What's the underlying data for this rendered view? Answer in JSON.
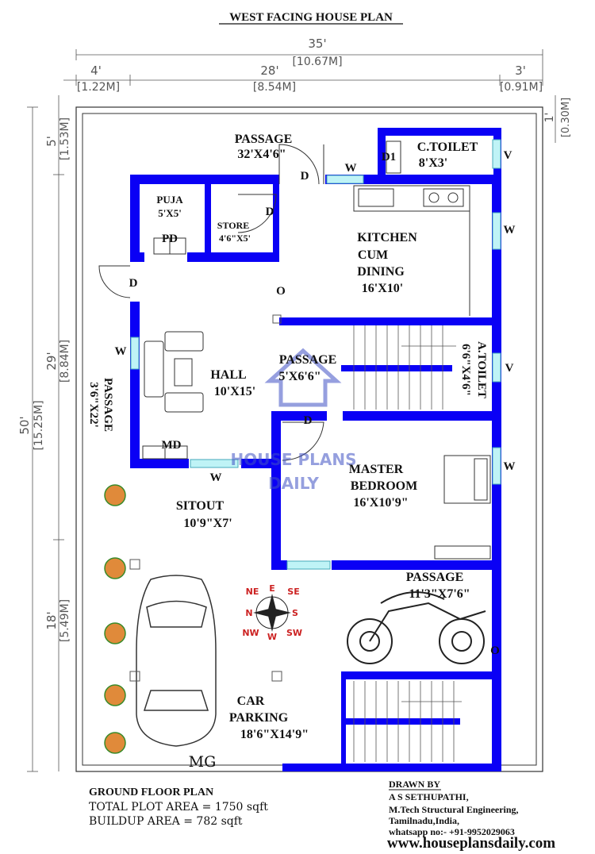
{
  "title": "WEST FACING HOUSE PLAN",
  "dims": {
    "total_ft": "35'",
    "total_m": "[10.67M]",
    "left_ft": "4'",
    "left_m": "[1.22M]",
    "mid_ft": "28'",
    "mid_m": "[8.54M]",
    "right_ft": "3'",
    "right_m": "[0.91M]",
    "top_ft": "1'",
    "top_m": "[0.30M]",
    "v_total_ft": "50'",
    "v_total_m": "[15.25M]",
    "v_top_ft": "5'",
    "v_top_m": "[1.53M]",
    "v_mid_ft": "29'",
    "v_mid_m": "[8.84M]",
    "v_bot_ft": "18'",
    "v_bot_m": "[5.49M]"
  },
  "rooms": {
    "passage_top": "PASSAGE",
    "passage_top_size": "32'X4'6\"",
    "puja": "PUJA",
    "puja_size": "5'X5'",
    "store": "STORE",
    "store_size": "4'6\"X5'",
    "ctoilet": "C.TOILET",
    "ctoilet_size": "8'X3'",
    "kitchen_1": "KITCHEN",
    "kitchen_2": "CUM",
    "kitchen_3": "DINING",
    "kitchen_size": "16'X10'",
    "atoilet": "A.TOILET",
    "atoilet_size": "6'6\"X4'6\"",
    "hall": "HALL",
    "hall_size": "10'X15'",
    "passage_mid": "PASSAGE",
    "passage_mid_size": "5'X6'6\"",
    "passage_left": "PASSAGE",
    "passage_left_size": "3'6\"X22'",
    "master_1": "MASTER",
    "master_2": "BEDROOM",
    "master_size": "16'X10'9\"",
    "sitout": "SITOUT",
    "sitout_size": "10'9\"X7'",
    "passage_bot": "PASSAGE",
    "passage_bot_size": "11'3\"X7'6\"",
    "car_1": "CAR",
    "car_2": "PARKING",
    "car_size": "18'6\"X14'9\""
  },
  "marks": {
    "door": "D",
    "door1": "D1",
    "window": "W",
    "vent": "V",
    "opening": "O",
    "puja_door": "PD",
    "main_door": "MD",
    "main_gate": "MG"
  },
  "compass": {
    "n": "N",
    "s": "S",
    "e": "E",
    "w": "W",
    "ne": "NE",
    "nw": "NW",
    "se": "SE",
    "sw": "SW"
  },
  "footer": {
    "plan_title": "GROUND FLOOR PLAN",
    "plot_area": "TOTAL PLOT AREA = 1750 sqft",
    "buildup_area": "BUILDUP AREA = 782 sqft",
    "drawn_by": "DRAWN BY",
    "name": "A S SETHUPATHI,",
    "qualification": "M.Tech Structural Engineering,",
    "location": "Tamilnadu,India,",
    "whatsapp": "whatsapp no:- +91-9952029063",
    "website": "www.houseplansdaily.com"
  },
  "watermark": {
    "line1": "HOUSE PLANS",
    "line2": "DAILY"
  },
  "colors": {
    "wall": "#0a00f5",
    "window": "#bff3f6",
    "dimension": "#555555",
    "compass": "#cc2222",
    "watermark": "#3f51c4"
  }
}
